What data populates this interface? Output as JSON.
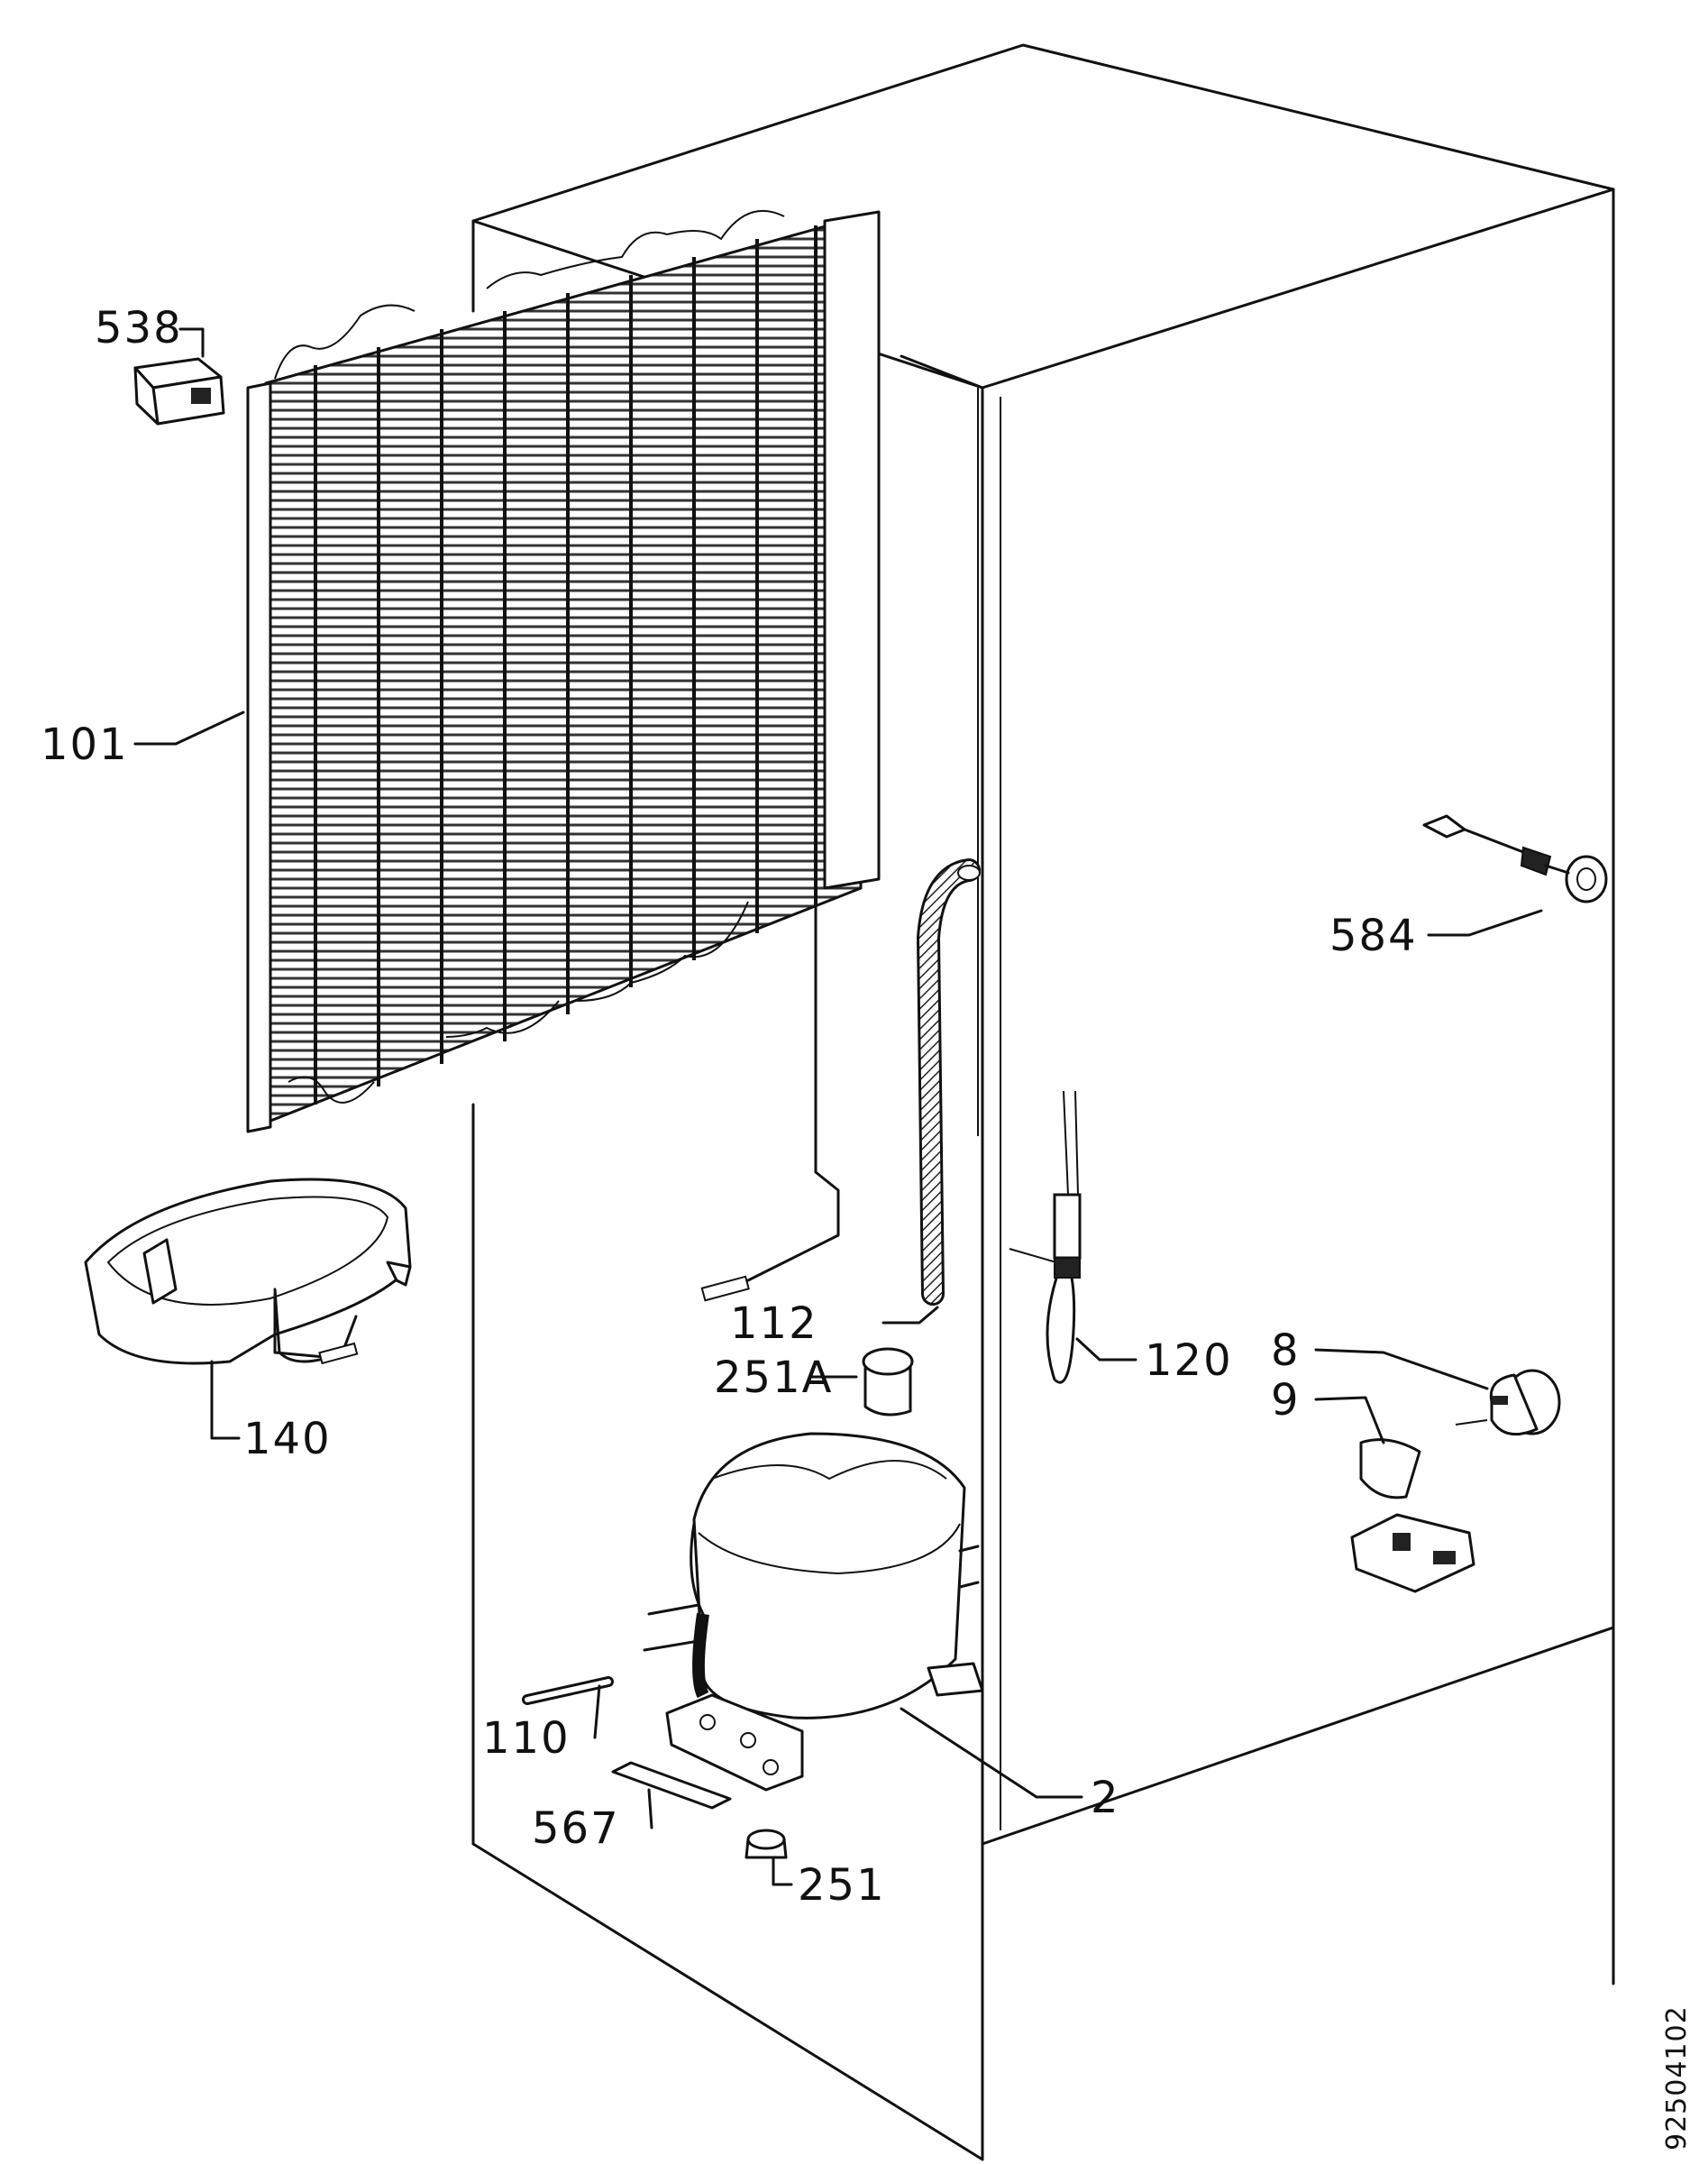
{
  "diagram": {
    "document_number": "92504102",
    "labels": {
      "p538": "538",
      "p101": "101",
      "p140": "140",
      "p584": "584",
      "p112": "112",
      "p251A": "251A",
      "p120": "120",
      "p8": "8",
      "p9": "9",
      "p110": "110",
      "p2": "2",
      "p567": "567",
      "p251": "251"
    }
  }
}
